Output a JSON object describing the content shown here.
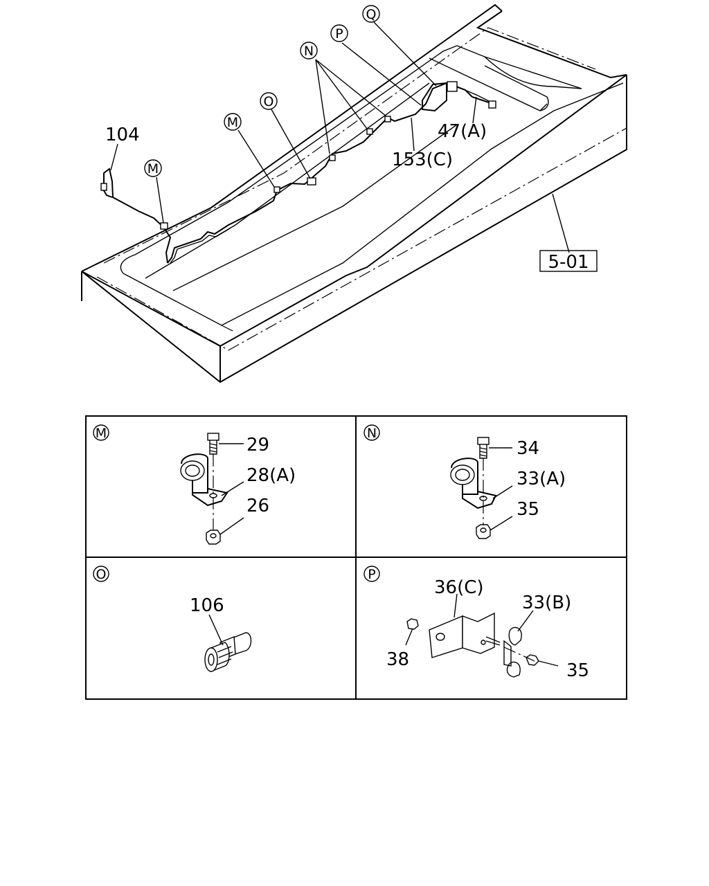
{
  "main_view": {
    "callouts": {
      "q": "Q",
      "p": "P",
      "n": "N",
      "o": "O",
      "m_upper": "M",
      "m_lower": "M"
    },
    "labels": {
      "part_104": "104",
      "part_47a": "47(A)",
      "part_153c": "153(C)"
    },
    "reference_box": "5-01"
  },
  "details": {
    "m": {
      "badge": "M",
      "labels": {
        "bolt": "29",
        "clip": "28(A)",
        "nut": "26"
      }
    },
    "n": {
      "badge": "N",
      "labels": {
        "bolt": "34",
        "clip": "33(A)",
        "nut": "35"
      }
    },
    "o": {
      "badge": "O",
      "labels": {
        "connector": "106"
      }
    },
    "p": {
      "badge": "P",
      "labels": {
        "bracket": "36(C)",
        "nut_left": "38",
        "clip": "33(B)",
        "nut_right": "35"
      }
    }
  }
}
